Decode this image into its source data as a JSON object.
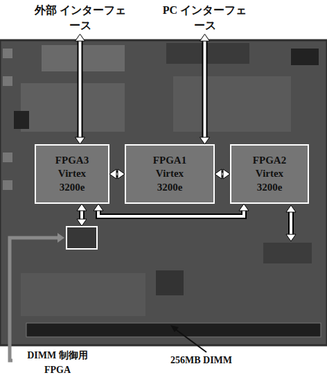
{
  "diagram": {
    "nodes": [
      {
        "text": [
          "外部 インターフェース"
        ]
      },
      {
        "text": [
          "PC インターフェース"
        ]
      },
      {
        "text": [
          "FPGA3 Virtex 3200e"
        ]
      },
      {
        "text": [
          "FPGA1 Virtex 3200e"
        ]
      },
      {
        "text": [
          "FPGA2 Virtex 3200e"
        ]
      },
      {
        "text": [
          "DIMM 制御用 FPGA"
        ]
      }
    ],
    "edges": [
      {
        "from": 0,
        "to": 2,
        "arrow": "both"
      },
      {
        "from": 1,
        "to": 3,
        "arrow": "both"
      },
      {
        "from": 2,
        "to": 3,
        "arrow": "both"
      },
      {
        "from": 3,
        "to": 4,
        "arrow": "both"
      },
      {
        "from": 2,
        "to": 4,
        "arrow": "both"
      },
      {
        "from": 2,
        "to": 5,
        "arrow": "both"
      }
    ],
    "labels": [
      "256MB DIMM"
    ]
  }
}
